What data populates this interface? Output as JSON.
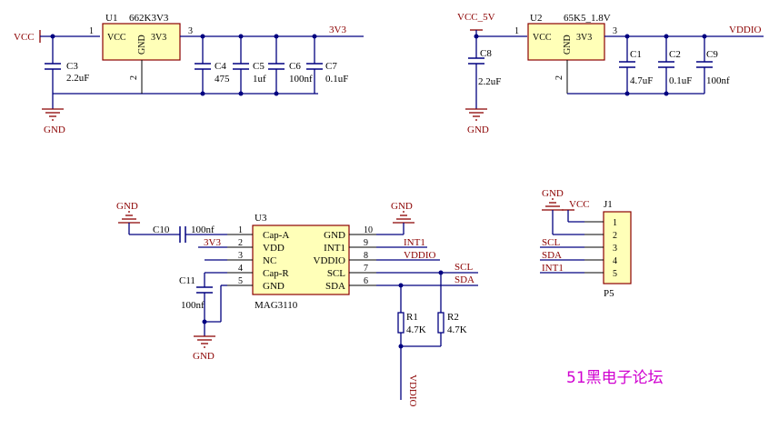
{
  "nets": {
    "vcc": "VCC",
    "v3v3": "3V3",
    "vcc5v": "VCC_5V",
    "vddio": "VDDIO",
    "gnd": "GND",
    "int1": "INT1",
    "scl": "SCL",
    "sda": "SDA"
  },
  "u1": {
    "ref": "U1",
    "value": "662K3V3",
    "pin_vcc": "VCC",
    "pin_gnd": "GND",
    "pin_out": "3V3",
    "pin1": "1",
    "pin2": "2",
    "pin3": "3"
  },
  "u2": {
    "ref": "U2",
    "value": "65K5_1.8V",
    "pin_vcc": "VCC",
    "pin_gnd": "GND",
    "pin_out": "3V3",
    "pin1": "1",
    "pin2": "2",
    "pin3": "3"
  },
  "caps": {
    "c3": {
      "ref": "C3",
      "value": "2.2uF"
    },
    "c4": {
      "ref": "C4",
      "value": "475"
    },
    "c5": {
      "ref": "C5",
      "value": "1uf"
    },
    "c6": {
      "ref": "C6",
      "value": "100nf"
    },
    "c7": {
      "ref": "C7",
      "value": "0.1uF"
    },
    "c8": {
      "ref": "C8",
      "value": "2.2uF"
    },
    "c1": {
      "ref": "C1",
      "value": "4.7uF"
    },
    "c2": {
      "ref": "C2",
      "value": "0.1uF"
    },
    "c9": {
      "ref": "C9",
      "value": "100nf"
    },
    "c10": {
      "ref": "C10",
      "value": "100nf"
    },
    "c11": {
      "ref": "C11",
      "value": "100nf"
    }
  },
  "u3": {
    "ref": "U3",
    "value": "MAG3110",
    "left_pins": [
      {
        "num": "1",
        "name": "Cap-A"
      },
      {
        "num": "2",
        "name": "VDD"
      },
      {
        "num": "3",
        "name": "NC"
      },
      {
        "num": "4",
        "name": "Cap-R"
      },
      {
        "num": "5",
        "name": "GND"
      }
    ],
    "right_pins": [
      {
        "num": "10",
        "name": "GND"
      },
      {
        "num": "9",
        "name": "INT1"
      },
      {
        "num": "8",
        "name": "VDDIO"
      },
      {
        "num": "7",
        "name": "SCL"
      },
      {
        "num": "6",
        "name": "SDA"
      }
    ]
  },
  "resistors": {
    "r1": {
      "ref": "R1",
      "value": "4.7K"
    },
    "r2": {
      "ref": "R2",
      "value": "4.7K"
    }
  },
  "j1": {
    "ref": "J1",
    "footprint": "P5",
    "pins": [
      "1",
      "2",
      "3",
      "4",
      "5"
    ],
    "signals": [
      "SCL",
      "SDA",
      "INT1"
    ]
  },
  "watermark": "51黑电子论坛"
}
